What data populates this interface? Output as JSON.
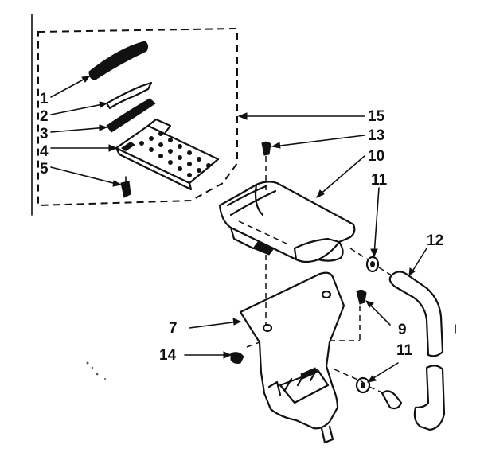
{
  "labels": {
    "l1": "1",
    "l2": "2",
    "l3": "3",
    "l4": "4",
    "l5": "5",
    "l7": "7",
    "l9": "9",
    "l10": "10",
    "l11a": "11",
    "l11b": "11",
    "l12": "12",
    "l13": "13",
    "l14": "14",
    "l15": "15"
  }
}
